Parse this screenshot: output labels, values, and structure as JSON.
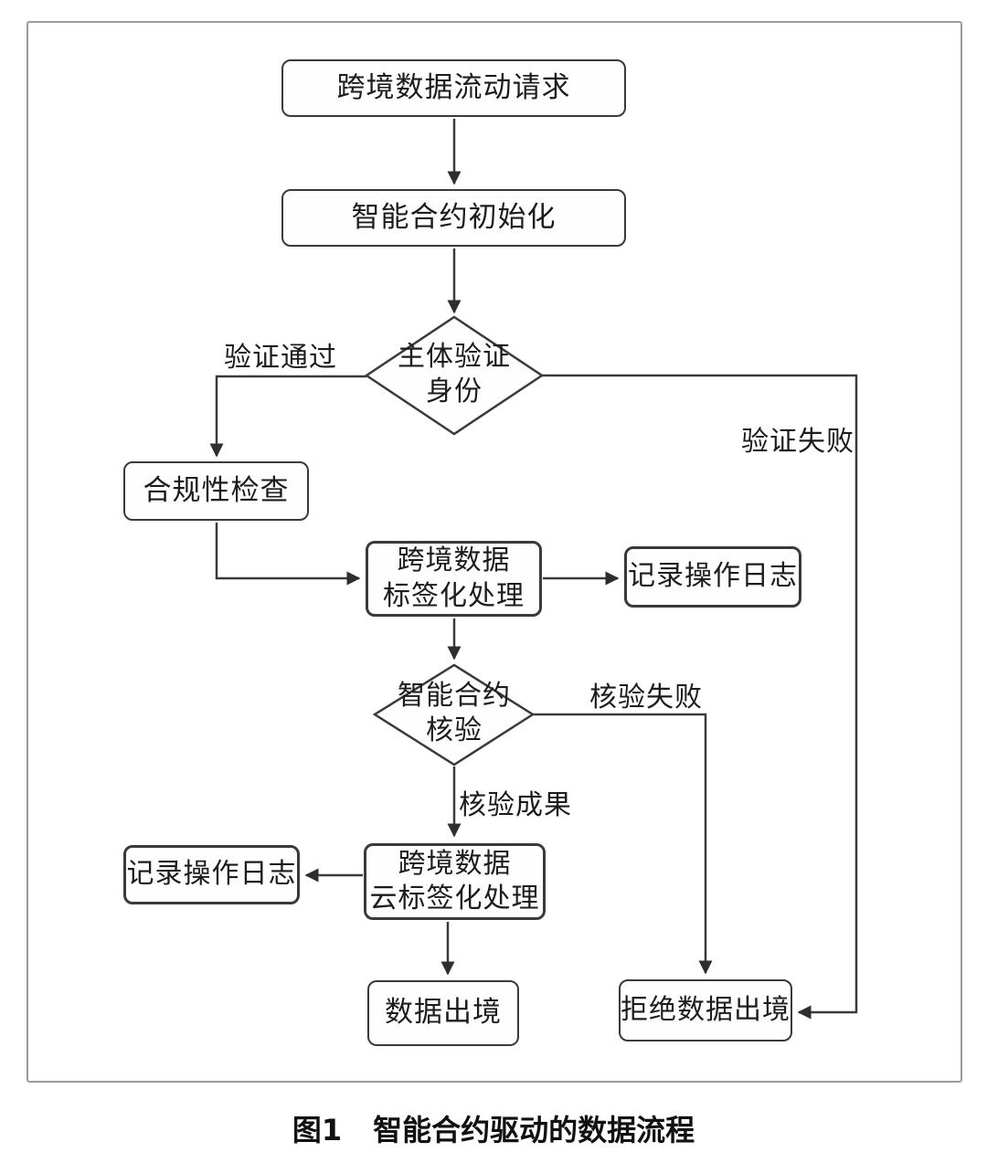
{
  "figure": {
    "caption_prefix": "图1",
    "caption_text": "智能合约驱动的数据流程"
  },
  "flowchart": {
    "nodes": {
      "request": {
        "label": "跨境数据流动请求"
      },
      "init": {
        "label": "智能合约初始化"
      },
      "identity_decision": {
        "label": "主体验证\n身份"
      },
      "compliance": {
        "label": "合规性检查"
      },
      "labeling": {
        "label": "跨境数据\n标签化处理"
      },
      "log_right": {
        "label": "记录操作日志"
      },
      "contract_decision": {
        "label": "智能合约\n核验"
      },
      "cloud_labeling": {
        "label": "跨境数据\n云标签化处理"
      },
      "log_left": {
        "label": "记录操作日志"
      },
      "data_exit": {
        "label": "数据出境"
      },
      "reject_exit": {
        "label": "拒绝数据出境"
      }
    },
    "edge_labels": {
      "verify_pass": "验证通过",
      "verify_fail": "验证失败",
      "check_fail": "核验失败",
      "check_success": "核验成果"
    },
    "colors": {
      "line": "#3a3a3a",
      "frame": "#9a9a9a",
      "text": "#1c1c1c",
      "background": "#ffffff"
    }
  }
}
